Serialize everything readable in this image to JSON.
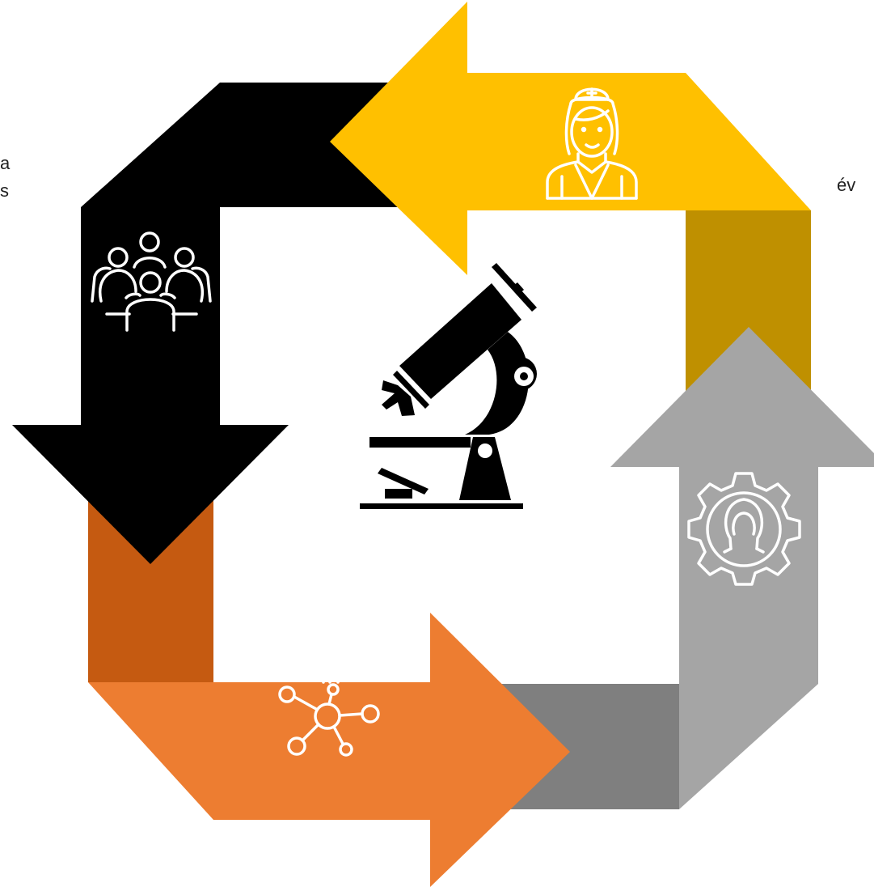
{
  "side_text": {
    "left_line_1": "a",
    "left_line_2": "s",
    "right_line_1": "év"
  },
  "colors": {
    "yellow": "#FFC000",
    "dark_gold": "#BF9000",
    "black": "#000000",
    "burnt_orange": "#C55A11",
    "orange": "#ED7D31",
    "dark_gray": "#7F7F7F",
    "light_gray": "#A5A5A5"
  },
  "icons": {
    "center": "microscope-icon",
    "top": "nurse-icon",
    "left": "group-meeting-icon",
    "bottom": "molecule-network-icon",
    "right": "gear-head-icon"
  }
}
